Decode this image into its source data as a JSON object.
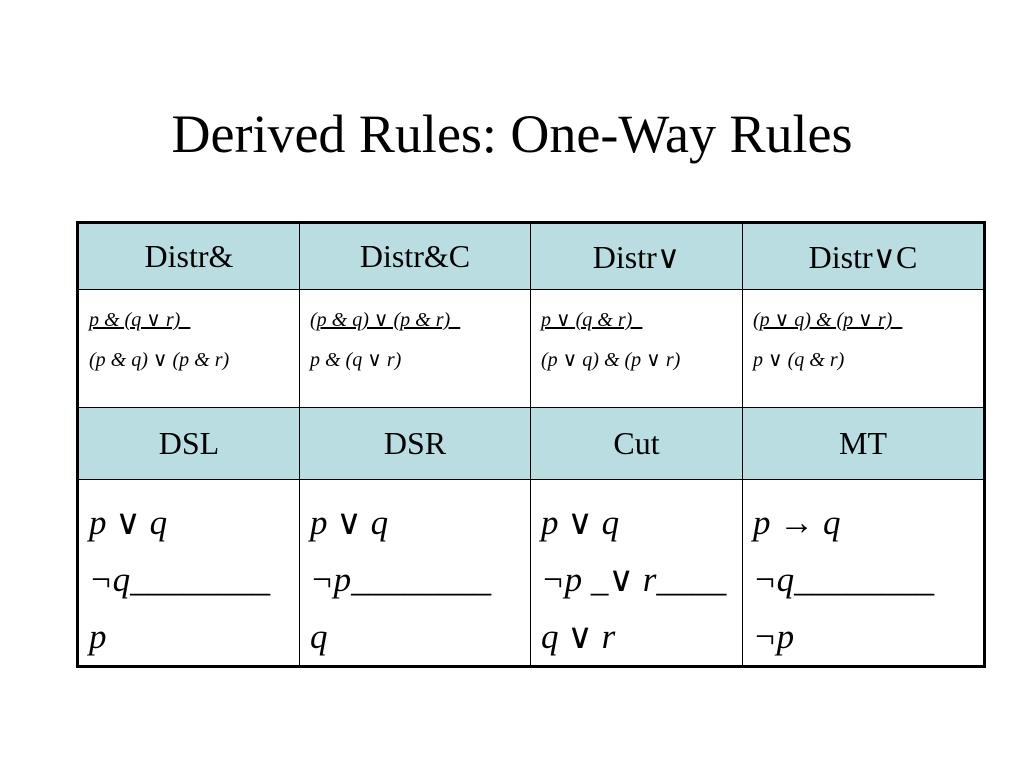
{
  "slide": {
    "title": "Derived Rules: One-Way Rules"
  },
  "table": {
    "header_row_1": [
      "Distr&",
      "Distr&C",
      "Distr∨",
      "Distr∨C"
    ],
    "rules_row_1": [
      {
        "premise": "p & (q ∨ r)_",
        "conclusion": "(p & q) ∨ (p & r)"
      },
      {
        "premise": "(p & q) ∨ (p & r)_",
        "conclusion": "p & (q ∨ r)"
      },
      {
        "premise": "p ∨ (q & r)_",
        "conclusion": "(p ∨ q) & (p ∨ r)"
      },
      {
        "premise": "(p ∨  q) & (p ∨ r)_",
        "conclusion": "p ∨ (q & r)"
      }
    ],
    "header_row_2": [
      "DSL",
      "DSR",
      "Cut",
      "MT"
    ],
    "rules_row_2": [
      {
        "premise_1": "p  ∨ q",
        "premise_2": "¬q________",
        "conclusion": "p"
      },
      {
        "premise_1": "p  ∨ q",
        "premise_2": "¬p________",
        "conclusion": "q"
      },
      {
        "premise_1": "p  ∨ q",
        "premise_2": "¬p _∨ r____",
        "conclusion": "q  ∨ r"
      },
      {
        "premise_1": "p  → q",
        "premise_2": "¬q________",
        "conclusion": "¬p"
      }
    ]
  }
}
